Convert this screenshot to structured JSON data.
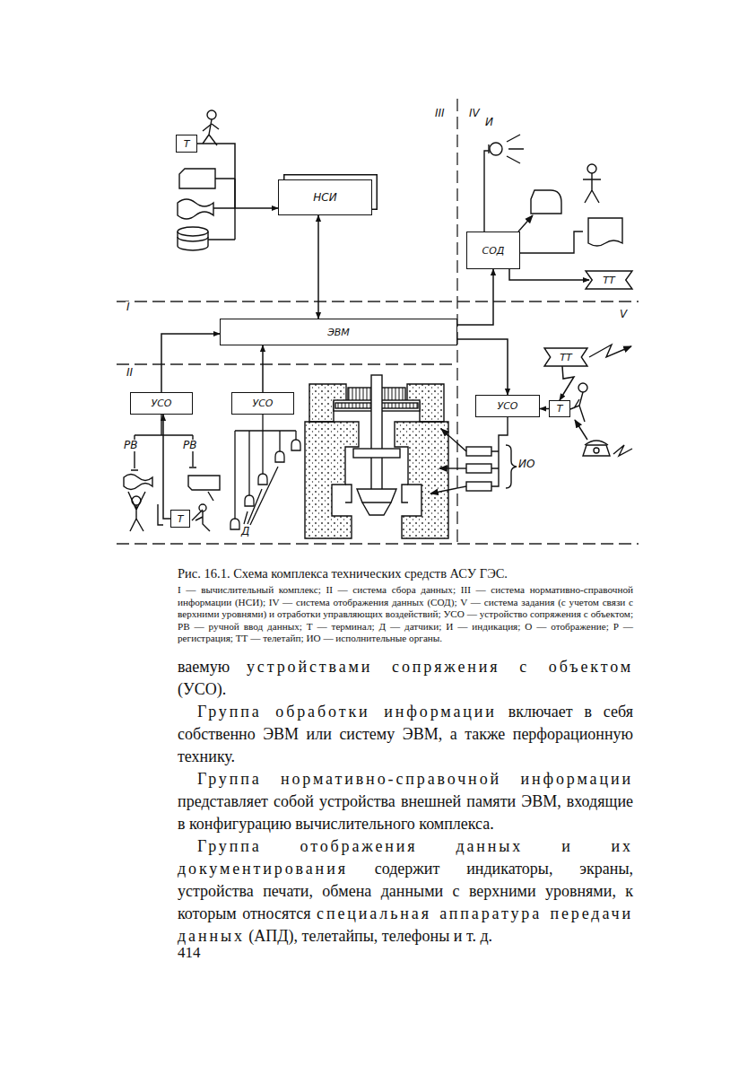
{
  "diagram": {
    "caption": "Рис. 16.1. Схема комплекса технических средств АСУ ГЭС.",
    "nodes": [
      {
        "text": [
          "НСИ"
        ]
      },
      {
        "text": [
          "ЭВМ"
        ]
      },
      {
        "text": [
          "СОД"
        ]
      },
      {
        "text": [
          "УСО"
        ]
      },
      {
        "text": [
          "УСО"
        ]
      },
      {
        "text": [
          "УСО"
        ]
      },
      {
        "text": [
          "Т"
        ]
      },
      {
        "text": [
          "ТТ"
        ]
      },
      {
        "text": [
          "ТТ"
        ]
      },
      {
        "text": [
          "Т"
        ]
      },
      {
        "text": [
          "Т"
        ]
      }
    ],
    "edges": [
      {
        "from": 6,
        "to": 0,
        "arrow": "to"
      },
      {
        "from": 0,
        "to": 1,
        "arrow": "both"
      },
      {
        "from": 3,
        "to": 1,
        "arrow": "to"
      },
      {
        "from": 4,
        "to": 1,
        "arrow": "to"
      },
      {
        "from": 1,
        "to": 2,
        "arrow": "to"
      },
      {
        "from": 1,
        "to": 5,
        "arrow": "to"
      },
      {
        "from": 2,
        "to": 7,
        "arrow": "to"
      },
      {
        "from": 9,
        "to": 5,
        "arrow": "to"
      },
      {
        "from": 8,
        "to": 9,
        "arrow": "to"
      },
      {
        "from": 10,
        "to": 3,
        "arrow": "to"
      }
    ],
    "labels": [
      "I",
      "II",
      "III",
      "IV",
      "V",
      "И",
      "РВ",
      "РВ",
      "Д",
      "ИО",
      "I — вычислительный комплекс; II — система сбора данных; III — система нормативно-справочной информации (НСИ); IV — система отображения данных (СОД); V — система задания (с учетом связи с верхними уровнями) и отработки управляющих воздействий; УСО — устройство сопряжения с объектом; РВ — ручной ввод данных; Т — терминал; Д — датчики; И — индикация; О — отображение; Р — регистрация; ТТ — телетайп; ИО — исполнительные органы.",
      "ваемую",
      "устройствами сопряжения с объектом",
      "(УСО).",
      "Группа обработки информации",
      "включает в себя собственно ЭВМ или систему ЭВМ, а также перфорационную технику.",
      "Группа нормативно-справочной информации",
      "представляет собой устройства внешней памяти ЭВМ, входящие в конфигурацию вычислительного комплекса.",
      "Группа отображения данных и их документирования",
      "содержит индикаторы, экраны, устройства печати, обмена данными с верхними уровнями, к которым относятся",
      "специальная аппаратура передачи данных",
      "(АПД), телетайпы, телефоны и т. д.",
      "414"
    ]
  }
}
